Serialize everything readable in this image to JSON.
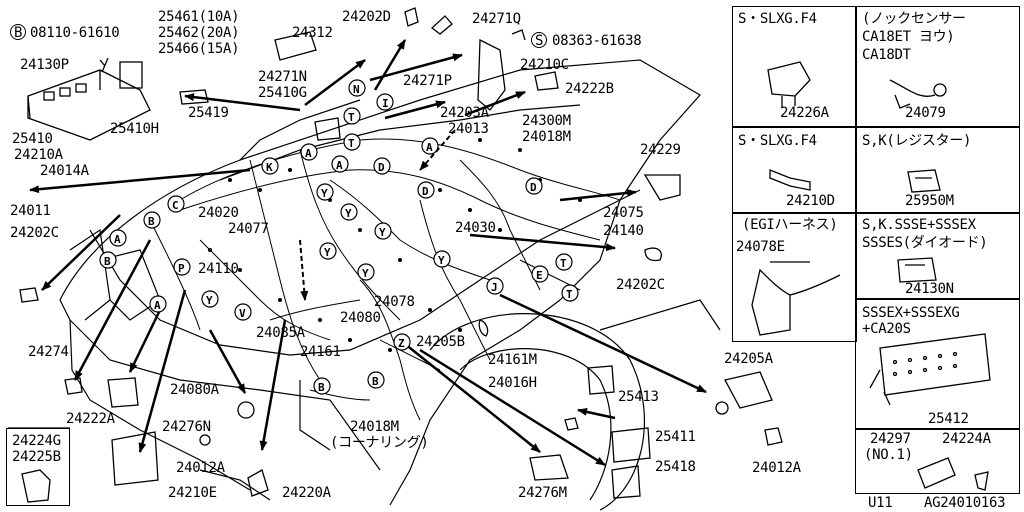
{
  "diagram": {
    "labels": {
      "p_25461": "25461(10A)",
      "p_25462": "25462(20A)",
      "p_25466": "25466(15A)",
      "p_24202D": "24202D",
      "p_24312": "24312",
      "p_24271Q": "24271Q",
      "p_08363": "08363-61638",
      "p_08110": "08110-61610",
      "p_24130P": "24130P",
      "p_24271N": "24271N",
      "p_24210C": "24210C",
      "p_25410G": "25410G",
      "p_24271P": "24271P",
      "p_24222B": "24222B",
      "p_25419": "25419",
      "p_24203A": "24203A",
      "p_24300M": "24300M",
      "p_25410": "25410",
      "p_25410H": "25410H",
      "p_24013": "24013",
      "p_24018M_top": "24018M",
      "p_24210A": "24210A",
      "p_24014A": "24014A",
      "p_24229": "24229",
      "p_24011": "24011",
      "p_24020": "24020",
      "p_24075": "24075",
      "p_24202C_left": "24202C",
      "p_24077": "24077",
      "p_24030": "24030",
      "p_24140": "24140",
      "p_24202C_right": "24202C",
      "p_24110": "24110",
      "p_24078": "24078",
      "p_24080": "24080",
      "p_24085A": "24085A",
      "p_24205B": "24205B",
      "p_24274": "24274",
      "p_24161": "24161",
      "p_24161M": "24161M",
      "p_24205A": "24205A",
      "p_24016H": "24016H",
      "p_25413": "25413",
      "p_24080A": "24080A",
      "p_24222A": "24222A",
      "p_24276N": "24276N",
      "p_24018M_bottom": "24018M",
      "p_corner": "(コーナリング)",
      "p_25411": "25411",
      "p_24224G": "24224G",
      "p_24225B": "24225B",
      "p_24012A_left": "24012A",
      "p_24012A_right": "24012A",
      "p_25418": "25418",
      "p_24210E": "24210E",
      "p_24220A": "24220A",
      "p_24276M": "24276M"
    },
    "bolt_marks": {
      "b": "B",
      "s": "S"
    },
    "callouts": {
      "A": "A",
      "B": "B",
      "C": "C",
      "D": "D",
      "E": "E",
      "I": "I",
      "J": "J",
      "K": "K",
      "N": "N",
      "P": "P",
      "T": "T",
      "V": "V",
      "Y": "Y",
      "Z": "Z"
    },
    "panels": {
      "p1_title": "S・SLXG.F4",
      "p1_part": "24226A",
      "p2_title": "(ノックセンサー",
      "p2_line2": "CA18ET     ヨウ)",
      "p2_line3": "CA18DT",
      "p2_part": "24079",
      "p3_title": "S・SLXG.F4",
      "p3_part": "24210D",
      "p4_title": "S,K(レジスター)",
      "p4_part": "25950M",
      "p5_title": "(EGIハーネス)",
      "p5_part": "24078E",
      "p6_title": "S,K.SSSE+SSSEX",
      "p6_line2": "SSSES(ダイオード)",
      "p6_part": "24130N",
      "p7_title": "SSSEX+SSSEXG",
      "p7_line2": "+CA20S",
      "p7_part": "25412",
      "p8_part1": "24297",
      "p8_part2": "24224A",
      "p8_note": "(NO.1)"
    },
    "footer": {
      "model": "U11",
      "code": "AG24010163"
    }
  }
}
